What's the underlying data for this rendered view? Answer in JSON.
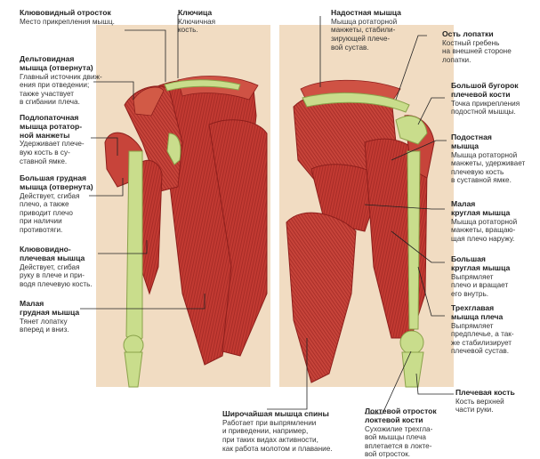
{
  "labels": {
    "coracoid": {
      "title": "Клювовидный отросток",
      "desc": "Место прикрепления мышц."
    },
    "clavicle": {
      "title": "Ключица",
      "desc": "Ключичная\nкость."
    },
    "supraspinatus": {
      "title": "Надостная мышца",
      "desc": "Мышца ротаторной\nманжеты, стабили-\nзирующей плече-\nвой сустав."
    },
    "scapular_spine": {
      "title": "Ость лопатки",
      "desc": "Костный гребень\nна внешней стороне\nлопатки."
    },
    "deltoid": {
      "title": "Дельтовидная\nмышца (отвернута)",
      "desc": "Главный источник движ-\nения при отведении;\nтакже участвует\nв сгибании плеча."
    },
    "greater_tubercle": {
      "title": "Большой бугорок\nплечевой кости",
      "desc": "Точка прикрепления\nподостной мышцы."
    },
    "subscapularis": {
      "title": "Подлопаточная\nмышца ротатор-\nной манжеты",
      "desc": "Удерживает плече-\nвую кость в су-\nставной ямке."
    },
    "infraspinatus": {
      "title": "Подостная\nмышца",
      "desc": "Мышца ротаторной\nманжеты, удерживает\nплечевую кость\nв суставной ямке."
    },
    "pectoralis_major": {
      "title": "Большая грудная\nмышца (отвернута)",
      "desc": "Действует, сгибая\nплечо, а также\nприводит плечо\nпри наличии\nпротивотяги."
    },
    "teres_minor": {
      "title": "Малая\nкруглая мышца",
      "desc": "Мышца ротаторной\nманжеты, вращаю-\nщая плечо наружу."
    },
    "coracobrachialis": {
      "title": "Клювовидно-\nплечевая мышца",
      "desc": "Действует, сгибая\nруку в плече и при-\nводя плечевую кость."
    },
    "teres_major": {
      "title": "Большая\nкруглая мышца",
      "desc": "Выпрямляет\nплечо и вращает\nего внутрь."
    },
    "pectoralis_minor": {
      "title": "Малая\nгрудная мышца",
      "desc": "Тянет лопатку\nвперед и вниз."
    },
    "triceps": {
      "title": "Трехглавая\nмышца плеча",
      "desc": "Выпрямляет\nпредплечье, а так-\nже стабилизирует\nплечевой сустав."
    },
    "humerus": {
      "title": "Плечевая кость",
      "desc": "Кость верхней\nчасти руки."
    },
    "latissimus": {
      "title": "Широчайшая мышца спины",
      "desc": "Работает при выпрямлении\nи приведении, например,\nпри таких видах активности,\nкак работа молотом и плавание."
    },
    "olecranon": {
      "title": "Локтевой отросток\nлоктевой кости",
      "desc": "Сухожилие трехгла-\nвой мышцы плеча\nвплетается в локте-\nвой отросток."
    }
  },
  "colors": {
    "muscle": "#c23a32",
    "muscle_dark": "#8e1f1c",
    "bone": "#c9dd8c",
    "bone_edge": "#8aa24a",
    "skin": "#f1dcc2"
  }
}
